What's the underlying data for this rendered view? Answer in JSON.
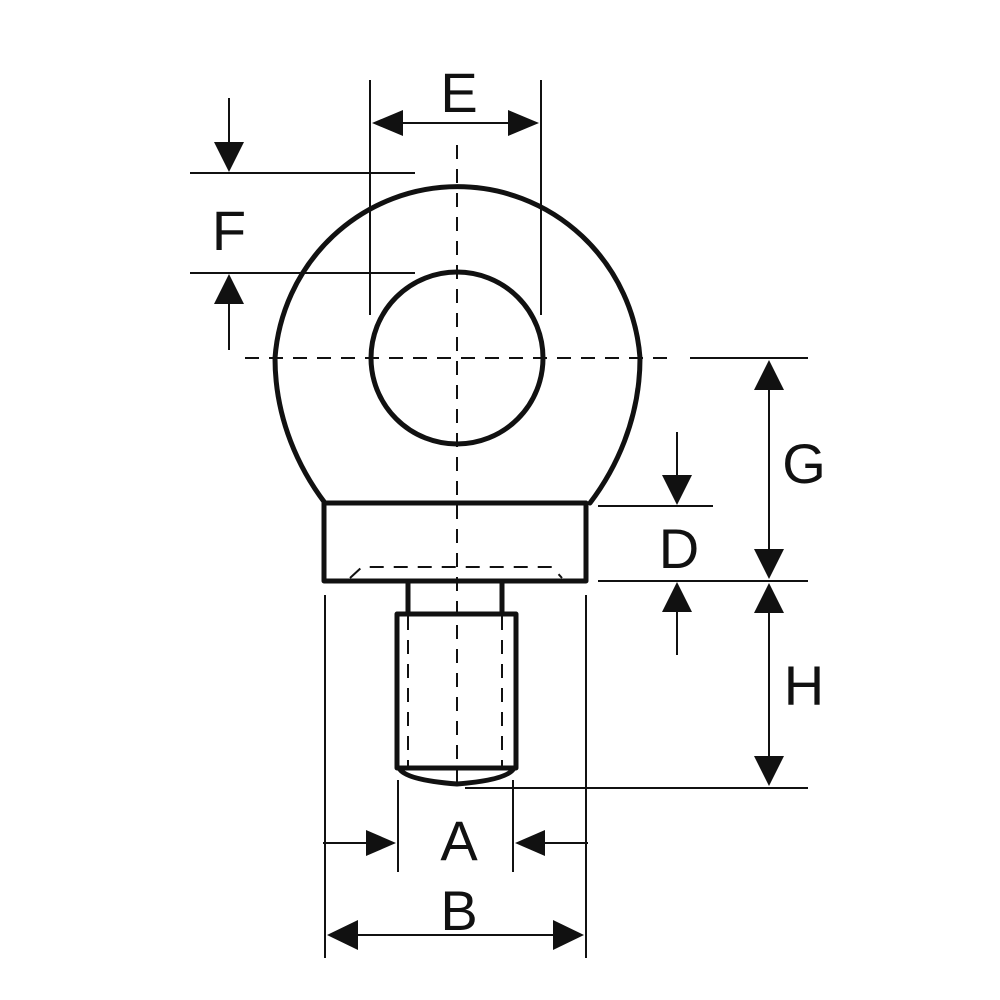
{
  "drawing": {
    "subject": "eye bolt technical drawing",
    "line_color": "#111111",
    "background": "#ffffff"
  },
  "dimensions": {
    "A": "A",
    "B": "B",
    "D": "D",
    "E": "E",
    "F": "F",
    "G": "G",
    "H": "H"
  }
}
